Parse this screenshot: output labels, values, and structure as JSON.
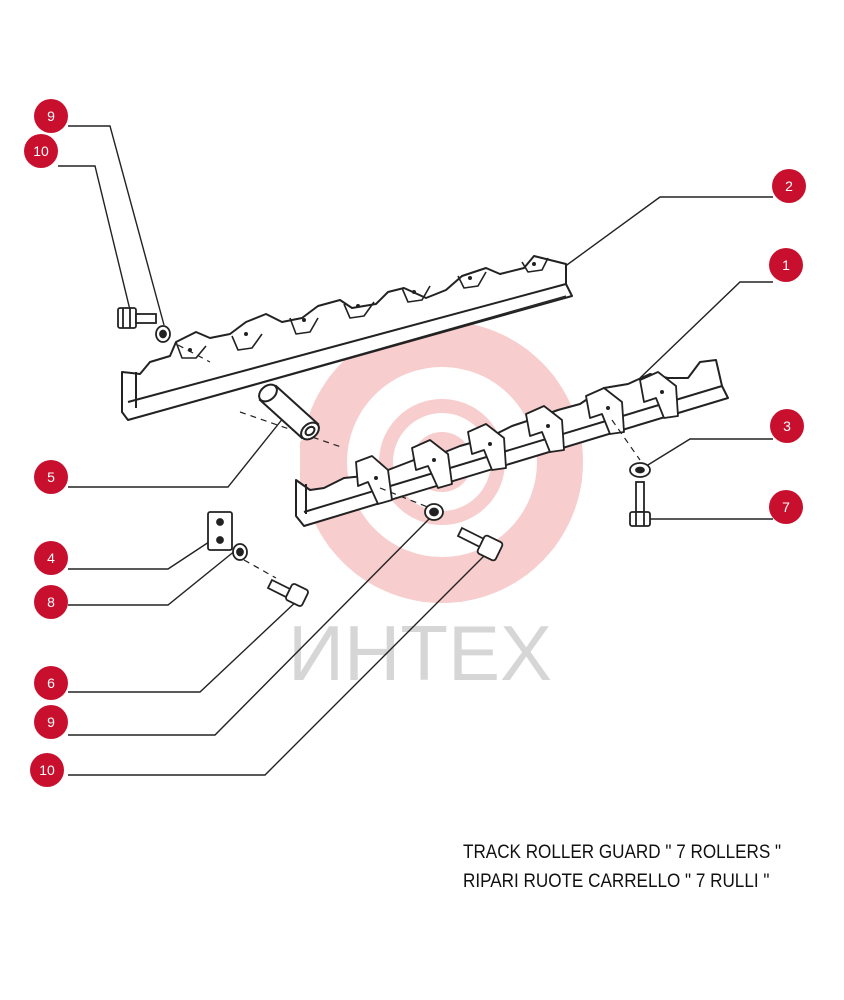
{
  "caption": {
    "line1": "TRACK ROLLER GUARD \" 7 ROLLERS \"",
    "line2": "RIPARI RUOTE CARRELLO \" 7 RULLI \""
  },
  "watermark": {
    "text": "ИНТЕХ",
    "color": "#f2a5a5"
  },
  "callout_color": "#c8102e",
  "callouts": [
    {
      "id": "c-9-top",
      "label": "9"
    },
    {
      "id": "c-10-top",
      "label": "10"
    },
    {
      "id": "c-2",
      "label": "2"
    },
    {
      "id": "c-1",
      "label": "1"
    },
    {
      "id": "c-3",
      "label": "3"
    },
    {
      "id": "c-7",
      "label": "7"
    },
    {
      "id": "c-5",
      "label": "5"
    },
    {
      "id": "c-4",
      "label": "4"
    },
    {
      "id": "c-8",
      "label": "8"
    },
    {
      "id": "c-6",
      "label": "6"
    },
    {
      "id": "c-9-bottom",
      "label": "9"
    },
    {
      "id": "c-10-bottom",
      "label": "10"
    }
  ]
}
